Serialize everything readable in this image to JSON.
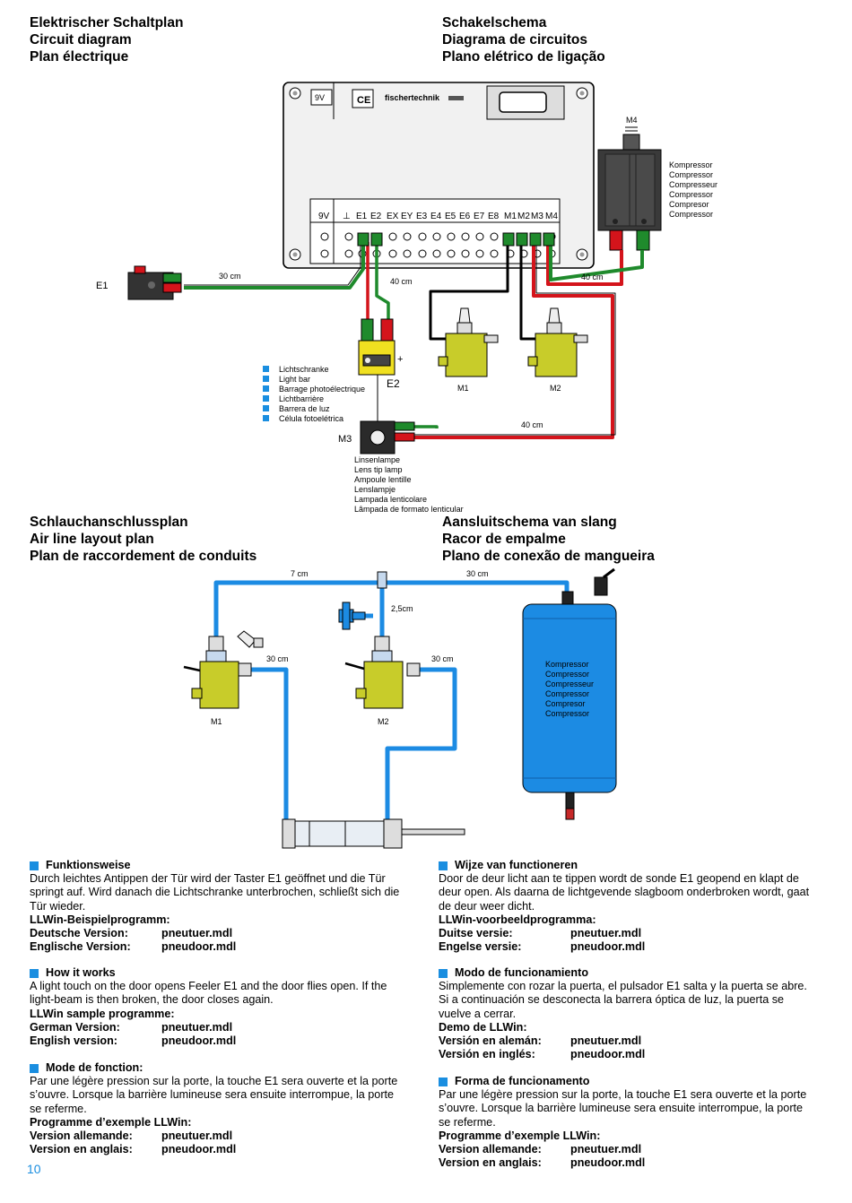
{
  "headings": {
    "circuit_left": [
      "Elektrischer Schaltplan",
      "Circuit diagram",
      "Plan électrique"
    ],
    "circuit_right": [
      "Schakelschema",
      "Diagrama de circuitos",
      "Plano elétrico de ligação"
    ],
    "air_left": [
      "Schlauchanschlussplan",
      "Air line layout plan",
      "Plan de raccordement de conduits"
    ],
    "air_right": [
      "Aansluitschema van slang",
      "Racor de empalme",
      "Plano de conexão de mangueira"
    ]
  },
  "circuit": {
    "interface_brand": "fischertechnik",
    "interface_voltage": "9V",
    "ce_mark": "CE",
    "terminals": [
      "9V",
      "⊥",
      "E1",
      "E2",
      "EX",
      "EY",
      "E3",
      "E4",
      "E5",
      "E6",
      "E7",
      "E8",
      "M1",
      "M2",
      "M3",
      "M4"
    ],
    "labels": {
      "e1": "E1",
      "e2": "E2",
      "m1": "M1",
      "m2": "M2",
      "m3": "M3",
      "m4": "M4",
      "plus": "+",
      "cable_30": "30 cm",
      "cable_40a": "40 cm",
      "cable_40b": "40 cm",
      "cable_40c": "40 cm"
    },
    "compressor_names": [
      "Kompressor",
      "Compressor",
      "Compresseur",
      "Compressor",
      "Compresor",
      "Compressor"
    ],
    "light_bar_names": [
      "Lichtschranke",
      "Light bar",
      "Barrage photoélectrique",
      "Lichtbarrière",
      "Barrera de luz",
      "Célula fotoelétrica"
    ],
    "lens_lamp_names": [
      "Linsenlampe",
      "Lens tip lamp",
      "Ampoule lentille",
      "Lenslampje",
      "Lampada lenticolare",
      "Lâmpada de formato lenticular"
    ]
  },
  "air": {
    "labels": {
      "len_7": "7 cm",
      "len_30a": "30 cm",
      "len_25": "2,5cm",
      "len_30b": "30 cm",
      "len_30c": "30 cm",
      "m1": "M1",
      "m2": "M2"
    },
    "compressor_names": [
      "Kompressor",
      "Compressor",
      "Compresseur",
      "Compressor",
      "Compresor",
      "Compressor"
    ]
  },
  "sections": [
    {
      "title": "Funktionsweise",
      "body": "Durch leichtes Antippen der Tür wird der Taster E1 geöffnet und die Tür springt auf. Wird danach die Lichtschranke unterbrochen, schließt sich die Tür wieder.",
      "prog_title": "LLWin-Beispielprogramm:",
      "rows": [
        [
          "Deutsche Version:",
          "pneutuer.mdl"
        ],
        [
          "Englische Version:",
          "pneudoor.mdl"
        ]
      ]
    },
    {
      "title": "How it works",
      "body": "A light touch on the door opens Feeler E1 and the door flies open. If the light-beam is then broken, the door closes again.",
      "prog_title": "LLWin sample programme:",
      "rows": [
        [
          "German Version:",
          "pneutuer.mdl"
        ],
        [
          "English version:",
          "pneudoor.mdl"
        ]
      ]
    },
    {
      "title": "Mode de fonction:",
      "body": "Par une légère pression sur la porte, la touche E1 sera ouverte et la porte s’ouvre. Lorsque la barrière lumineuse sera ensuite interrompue, la porte se referme.",
      "prog_title": "Programme d’exemple LLWin:",
      "rows": [
        [
          "Version allemande:",
          "pneutuer.mdl"
        ],
        [
          "Version en anglais:",
          "pneudoor.mdl"
        ]
      ]
    },
    {
      "title": "Wijze van functioneren",
      "body": "Door de deur licht aan te tippen wordt de sonde E1 geopend en klapt de deur open. Als daarna de lichtgevende slagboom onderbroken wordt, gaat de deur weer dicht.",
      "prog_title": "LLWin-voorbeeldprogramma:",
      "rows": [
        [
          "Duitse versie:",
          "pneutuer.mdl"
        ],
        [
          "Engelse versie:",
          "pneudoor.mdl"
        ]
      ]
    },
    {
      "title": "Modo de funcionamiento",
      "body": "Simplemente con rozar la puerta, el pulsador E1 salta y la puerta se abre. Si a continuación se desconecta la barrera óptica de luz, la puerta se vuelve a cerrar.",
      "prog_title": "Demo de LLWin:",
      "rows": [
        [
          "Versión en alemán:",
          "pneutuer.mdl"
        ],
        [
          "Versión en inglés:",
          "pneudoor.mdl"
        ]
      ]
    },
    {
      "title": "Forma de funcionamento",
      "body": "Par une légère pression sur la porte, la touche E1 sera ouverte et la porte s’ouvre. Lorsque la barrière lumineuse sera ensuite interrompue, la porte se referme.",
      "prog_title": "Programme d’exemple LLWin:",
      "rows": [
        [
          "Version allemande:",
          "pneutuer.mdl"
        ],
        [
          "Version en anglais:",
          "pneudoor.mdl"
        ]
      ]
    }
  ],
  "page_number": "10",
  "colors": {
    "accent_blue": "#1a8ee0",
    "tube_blue": "#1c8be3",
    "valve_yellow": "#c8cc2a",
    "wire_red": "#d4141b",
    "wire_green": "#1f8a2c"
  }
}
